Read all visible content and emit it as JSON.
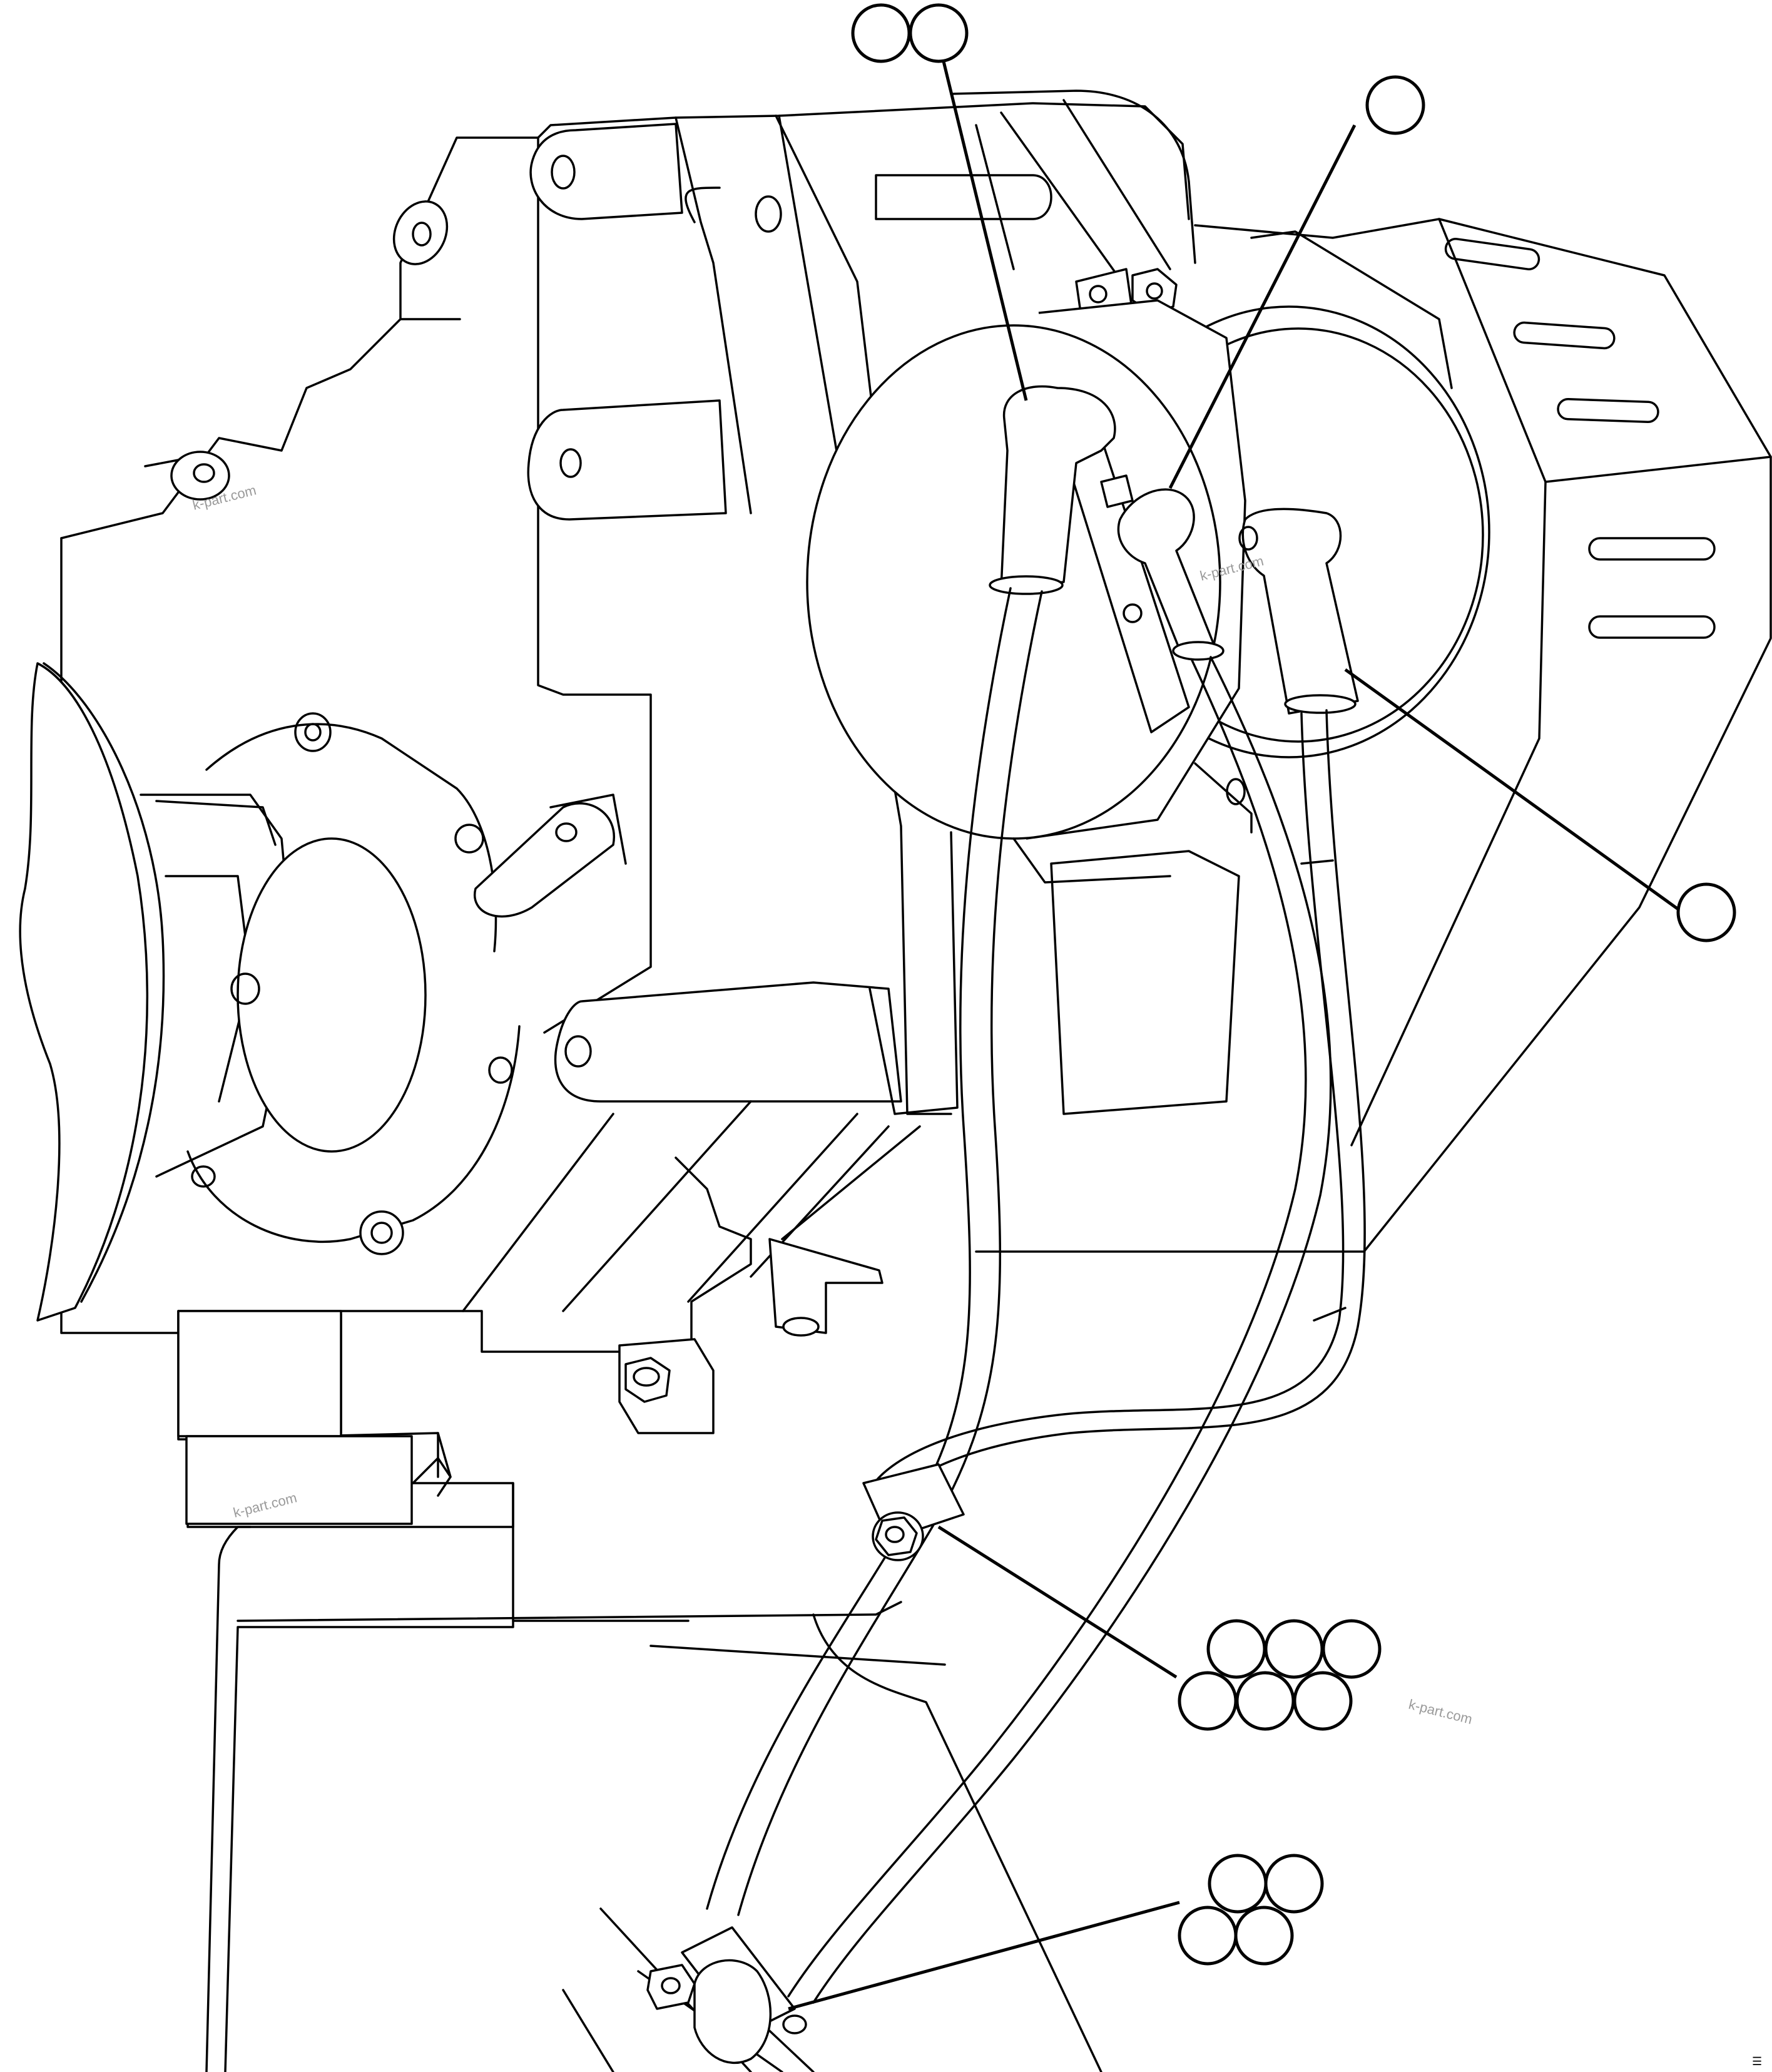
{
  "watermark": {
    "text": "k-part.com"
  },
  "callouts": [
    {
      "id": "callout-group-top-pair",
      "count": 2
    },
    {
      "id": "callout-top-single",
      "count": 1
    },
    {
      "id": "callout-right-single",
      "count": 1
    },
    {
      "id": "callout-group-six",
      "count": 6
    },
    {
      "id": "callout-group-four",
      "count": 4
    }
  ],
  "corner_mark": "☰"
}
